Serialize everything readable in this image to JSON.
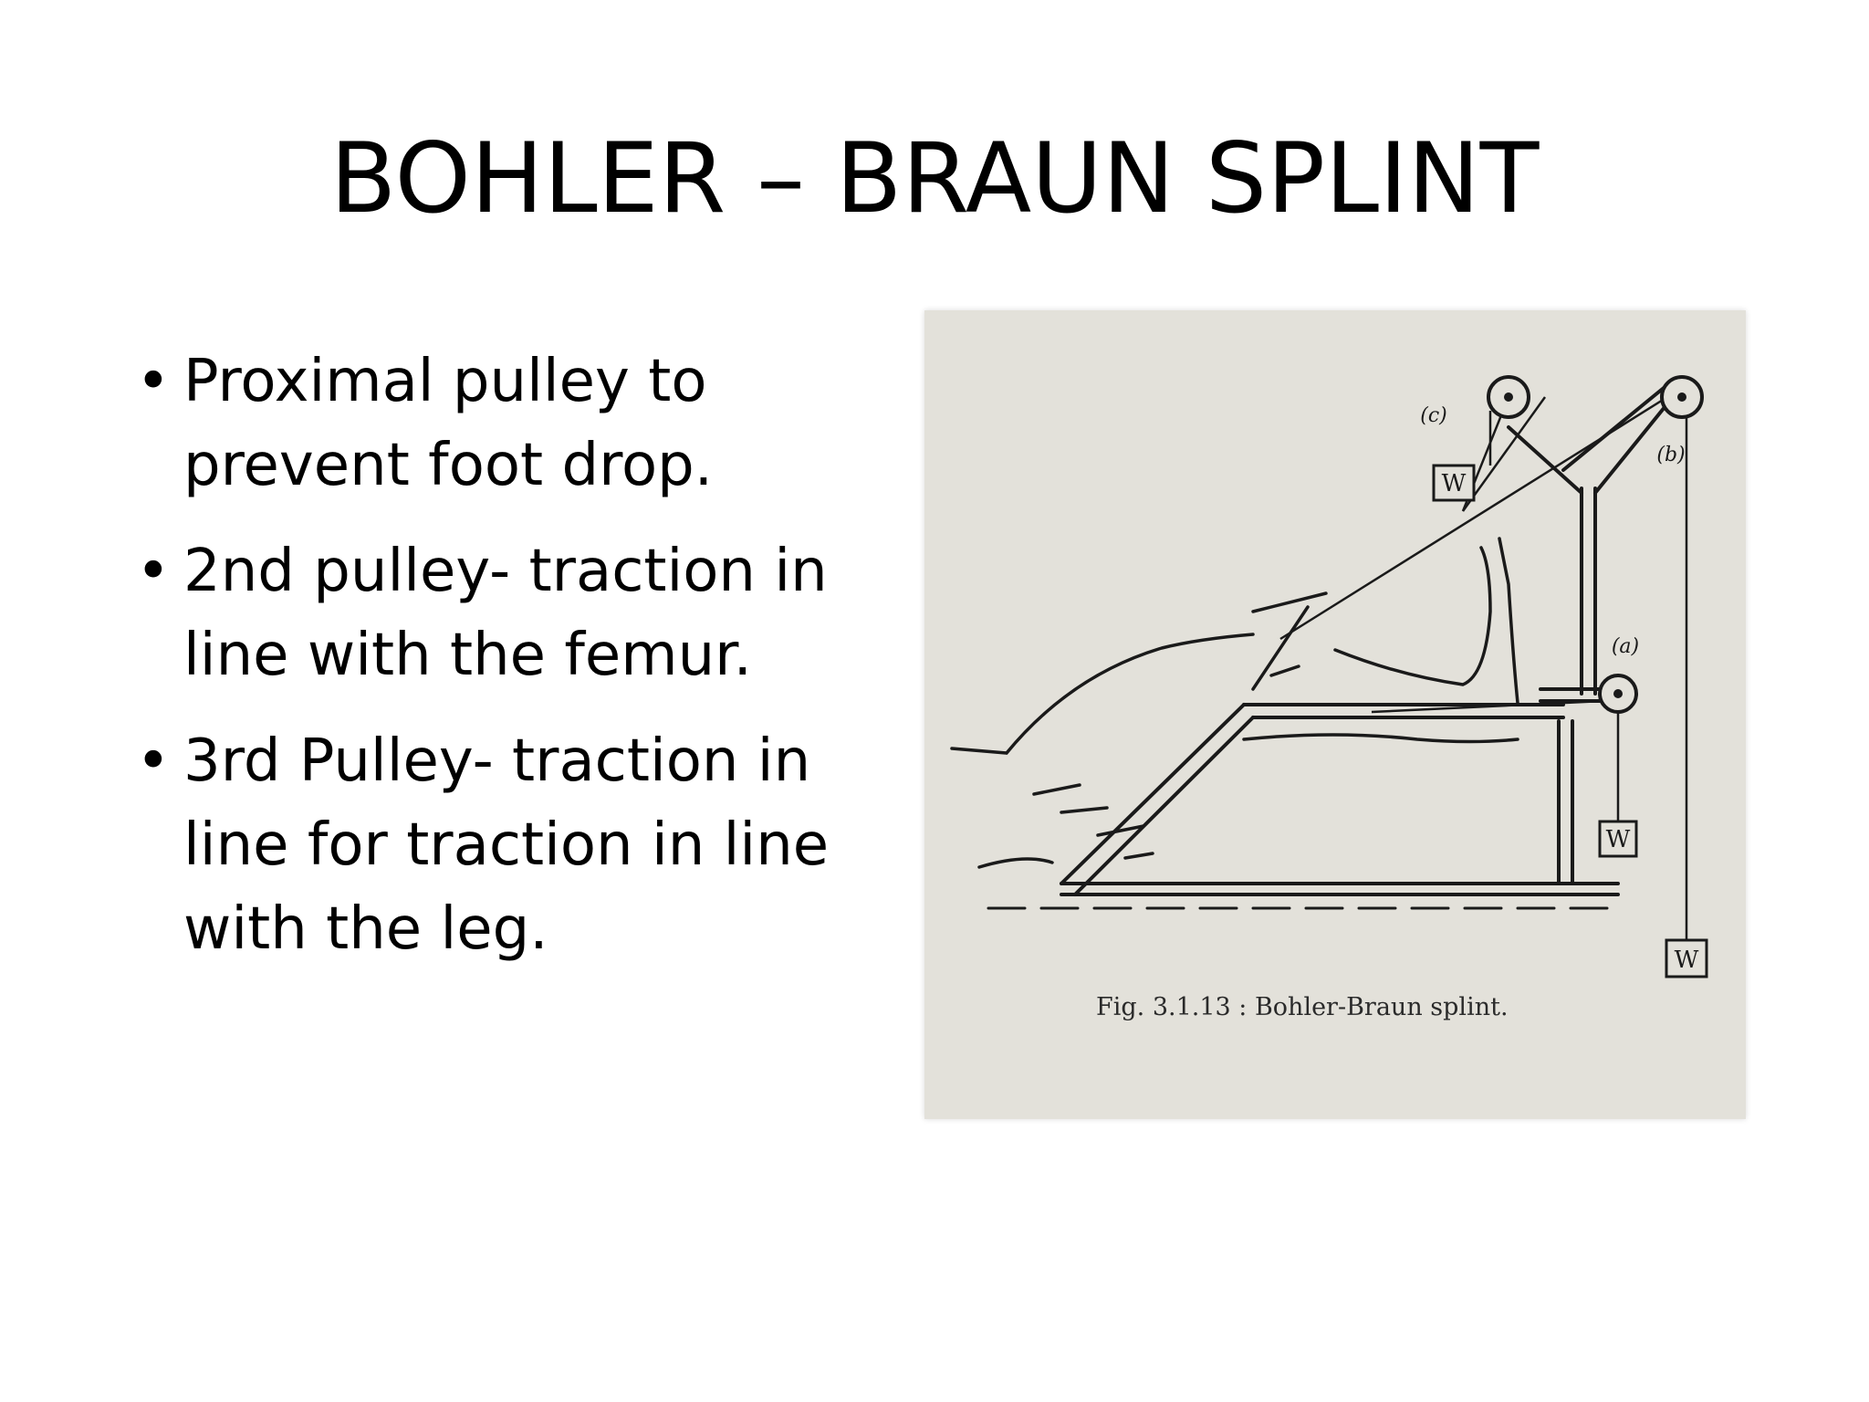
{
  "slide": {
    "title": "BOHLER – BRAUN SPLINT",
    "bullets": [
      "Proximal pulley to prevent foot drop.",
      "2nd pulley- traction in line with the femur.",
      "3rd Pulley- traction in line for traction in line with the leg."
    ],
    "bullet_symbol": "•"
  },
  "figure": {
    "labels": {
      "c": "(c)",
      "b": "(b)",
      "a": "(a)",
      "weight": "W"
    },
    "caption": "Fig. 3.1.13 : Bohler-Braun splint."
  },
  "colors": {
    "background": "#ffffff",
    "figure_bg": "#e3e1da",
    "ink": "#1a1a1a"
  }
}
